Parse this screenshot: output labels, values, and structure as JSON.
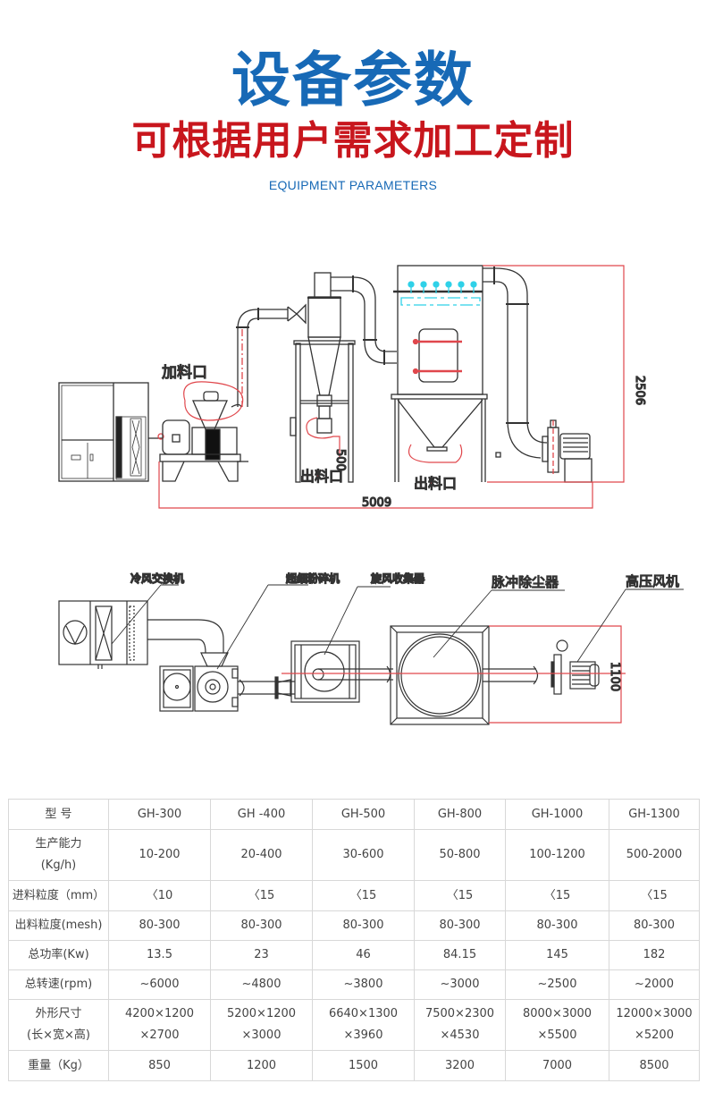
{
  "header": {
    "title": "设备参数",
    "subtitle": "可根据用户需求加工定制",
    "english": "EQUIPMENT PARAMETERS"
  },
  "colors": {
    "title_blue": "#1769b6",
    "subtitle_red": "#c8161d",
    "annotation_red": "#e0474c",
    "nozzle_cyan": "#2fd1e8"
  },
  "side_view": {
    "labels": {
      "feed_inlet": "加料口",
      "outlet_cyclone": "出料口",
      "outlet_dust": "出料口"
    },
    "dimensions": {
      "length": "5009",
      "height": "2506",
      "outlet_height": "500"
    }
  },
  "top_view": {
    "labels": {
      "cooler": "冷风交换机",
      "mill": "超细粉碎机",
      "cyclone": "旋风收集器",
      "dust_collector": "脉冲除尘器",
      "fan": "高压风机"
    },
    "dimensions": {
      "width": "1100"
    }
  },
  "table": {
    "header_label": "型 号",
    "models": [
      "GH-300",
      "GH -400",
      "GH-500",
      "GH-800",
      "GH-1000",
      "GH-1300"
    ],
    "rows": [
      {
        "label": [
          "生产能力",
          "(Kg/h)"
        ],
        "values": [
          "10-200",
          "20-400",
          "30-600",
          "50-800",
          "100-1200",
          "500-2000"
        ]
      },
      {
        "label": [
          "进料粒度（mm）"
        ],
        "values": [
          "〈10",
          "〈15",
          "〈15",
          "〈15",
          "〈15",
          "〈15"
        ]
      },
      {
        "label": [
          "出料粒度(mesh)"
        ],
        "values": [
          "80-300",
          "80-300",
          "80-300",
          "80-300",
          "80-300",
          "80-300"
        ]
      },
      {
        "label": [
          "总功率(Kw)"
        ],
        "values": [
          "13.5",
          "23",
          "46",
          "84.15",
          "145",
          "182"
        ]
      },
      {
        "label": [
          "总转速(rpm)"
        ],
        "values": [
          "~6000",
          "~4800",
          "~3800",
          "~3000",
          "~2500",
          "~2000"
        ]
      },
      {
        "label": [
          "外形尺寸",
          "(长×宽×高)"
        ],
        "values": [
          [
            "4200×1200",
            "×2700"
          ],
          [
            "5200×1200",
            "×3000"
          ],
          [
            "6640×1300",
            "×3960"
          ],
          [
            "7500×2300",
            "×4530"
          ],
          [
            "8000×3000",
            "×5500"
          ],
          [
            "12000×3000",
            "×5200"
          ]
        ]
      },
      {
        "label": [
          "重量（Kg）"
        ],
        "values": [
          "850",
          "1200",
          "1500",
          "3200",
          "7000",
          "8500"
        ]
      }
    ]
  }
}
